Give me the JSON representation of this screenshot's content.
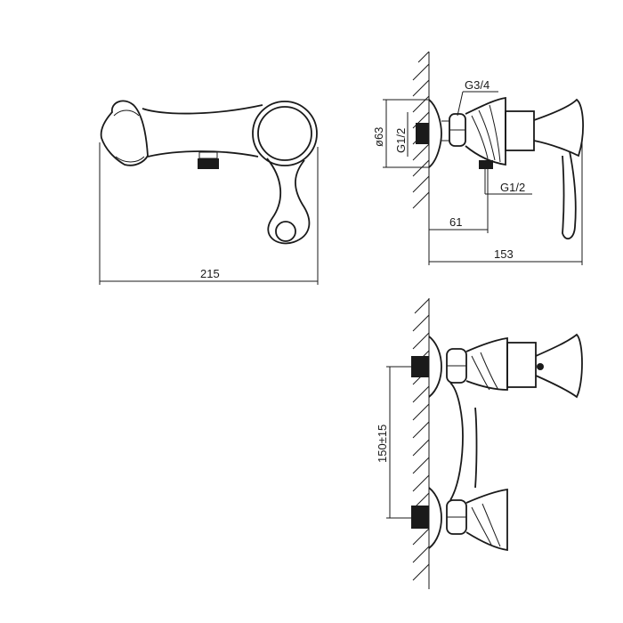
{
  "dimensions": {
    "length_overall": "215",
    "depth_total": "153",
    "outlet_offset": "61",
    "inlet_spacing": "150±15",
    "flange_diameter": "ø63",
    "inlet_thread": "G1/2",
    "outlet_thread_top": "G3/4",
    "outlet_thread_side": "G1/2"
  }
}
